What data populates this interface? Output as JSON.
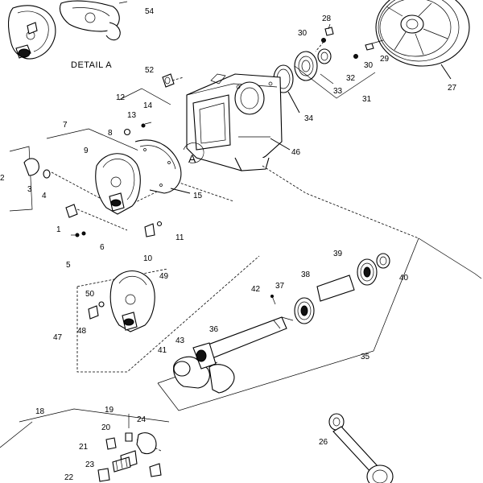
{
  "detail_label": "DETAIL A",
  "callout_letter": "A",
  "part_labels": {
    "p1": "1",
    "p2": "2",
    "p3": "3",
    "p4": "4",
    "p5": "5",
    "p6": "6",
    "p7": "7",
    "p8": "8",
    "p9": "9",
    "p10": "10",
    "p11": "11",
    "p12": "12",
    "p13": "13",
    "p14": "14",
    "p15": "15",
    "p18": "18",
    "p19": "19",
    "p20": "20",
    "p21": "21",
    "p22": "22",
    "p23": "23",
    "p24": "24",
    "p26": "26",
    "p27": "27",
    "p28": "28",
    "p29": "29",
    "p30a": "30",
    "p30b": "30",
    "p31": "31",
    "p32": "32",
    "p33": "33",
    "p34": "34",
    "p35": "35",
    "p36": "36",
    "p37": "37",
    "p38": "38",
    "p39": "39",
    "p40": "40",
    "p41": "41",
    "p42": "42",
    "p43": "43",
    "p46": "46",
    "p47": "47",
    "p48": "48",
    "p49": "49",
    "p50": "50",
    "p52": "52",
    "p54": "54"
  }
}
